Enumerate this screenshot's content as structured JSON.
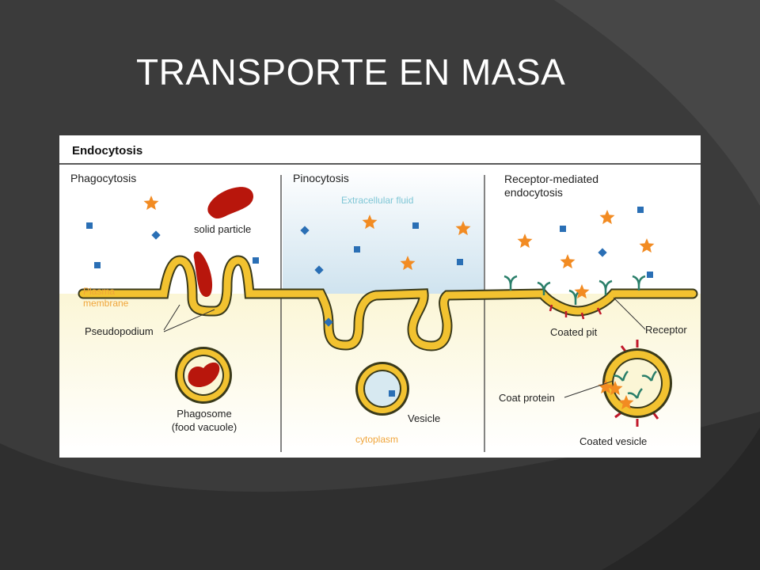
{
  "slide": {
    "title": "TRANSPORTE EN MASA"
  },
  "diagram": {
    "heading": "Endocytosis",
    "sections": [
      {
        "title": "Phagocytosis"
      },
      {
        "title": "Pinocytosis"
      },
      {
        "title_line1": "Receptor-mediated",
        "title_line2": "endocytosis"
      }
    ],
    "labels": {
      "solid_particle": "solid particle",
      "plasma_line1": "Plasma",
      "plasma_line2": "membrane",
      "pseudopodium": "Pseudopodium",
      "phagosome_line1": "Phagosome",
      "phagosome_line2": "(food vacuole)",
      "extracellular_fluid": "Extracellular fluid",
      "vesicle": "Vesicle",
      "cytoplasm": "cytoplasm",
      "coated_pit": "Coated pit",
      "receptor": "Receptor",
      "coat_protein": "Coat protein",
      "coated_vesicle": "Coated vesicle"
    },
    "colors": {
      "membrane": "#f2c230",
      "membrane_outline": "#3a3a1a",
      "particle": "#b8160c",
      "star": "#f28b22",
      "square": "#2a6fb5",
      "receptor": "#2a7f6a",
      "coat": "#c0182a"
    }
  }
}
